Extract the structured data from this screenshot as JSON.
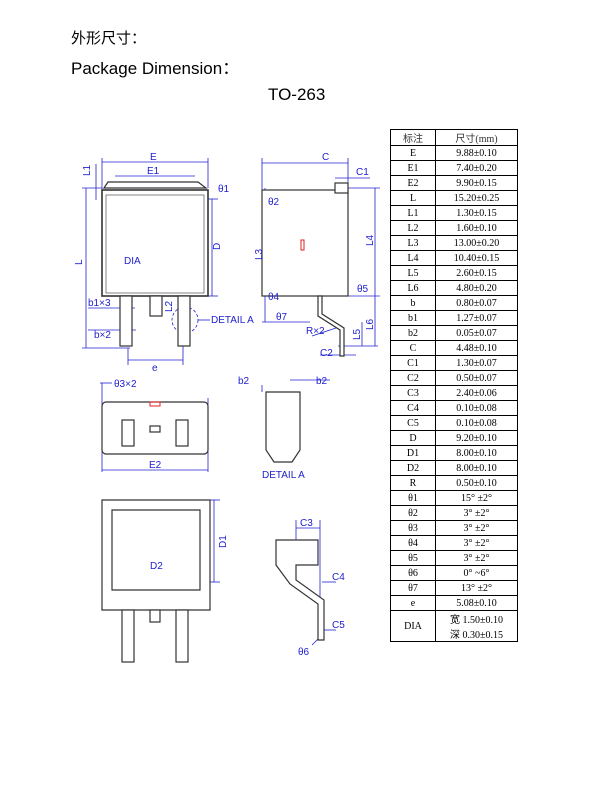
{
  "heading_cn": "外形尺寸：",
  "heading_en": "Package Dimension：",
  "package": "TO-263",
  "table": {
    "headers": [
      "标注",
      "尺寸(mm)"
    ],
    "rows": [
      [
        "E",
        "9.88±0.10"
      ],
      [
        "E1",
        "7.40±0.20"
      ],
      [
        "E2",
        "9.90±0.15"
      ],
      [
        "L",
        "15.20±0.25"
      ],
      [
        "L1",
        "1.30±0.15"
      ],
      [
        "L2",
        "1.60±0.10"
      ],
      [
        "L3",
        "13.00±0.20"
      ],
      [
        "L4",
        "10.40±0.15"
      ],
      [
        "L5",
        "2.60±0.15"
      ],
      [
        "L6",
        "4.80±0.20"
      ],
      [
        "b",
        "0.80±0.07"
      ],
      [
        "b1",
        "1.27±0.07"
      ],
      [
        "b2",
        "0.05±0.07"
      ],
      [
        "C",
        "4.48±0.10"
      ],
      [
        "C1",
        "1.30±0.07"
      ],
      [
        "C2",
        "0.50±0.07"
      ],
      [
        "C3",
        "2.40±0.06"
      ],
      [
        "C4",
        "0.10±0.08"
      ],
      [
        "C5",
        "0.10±0.08"
      ],
      [
        "D",
        "9.20±0.10"
      ],
      [
        "D1",
        "8.00±0.10"
      ],
      [
        "D2",
        "8.00±0.10"
      ],
      [
        "R",
        "0.50±0.10"
      ],
      [
        "θ1",
        "15° ±2°"
      ],
      [
        "θ2",
        "3° ±2°"
      ],
      [
        "θ3",
        "3° ±2°"
      ],
      [
        "θ4",
        "3° ±2°"
      ],
      [
        "θ5",
        "3° ±2°"
      ],
      [
        "θ6",
        "0° ~6°"
      ],
      [
        "θ7",
        "13° ±2°"
      ],
      [
        "e",
        "5.08±0.10"
      ]
    ],
    "dia": {
      "key": "DIA",
      "width": "宽 1.50±0.10",
      "depth": "深 0.30±0.15"
    }
  },
  "drawing": {
    "E": "E",
    "E1": "E1",
    "L1": "L1",
    "theta1": "θ1",
    "D": "D",
    "L": "L",
    "DIA": "DIA",
    "b1x3": "b1×3",
    "bx2": "b×2",
    "L2": "L2",
    "detailA": "DETAIL A",
    "e": "e",
    "C": "C",
    "C1": "C1",
    "theta2": "θ2",
    "L3": "L3",
    "L4": "L4",
    "theta4": "θ4",
    "theta5": "θ5",
    "theta7": "θ7",
    "Rx2": "R×2",
    "L5": "L5",
    "L6": "L6",
    "C2": "C2",
    "theta3x2": "θ3×2",
    "E2": "E2",
    "b2a": "b2",
    "b2b": "b2",
    "detailA2": "DETAIL A",
    "D1": "D1",
    "D2": "D2",
    "C3": "C3",
    "C4": "C4",
    "C5": "C5",
    "theta6": "θ6"
  }
}
